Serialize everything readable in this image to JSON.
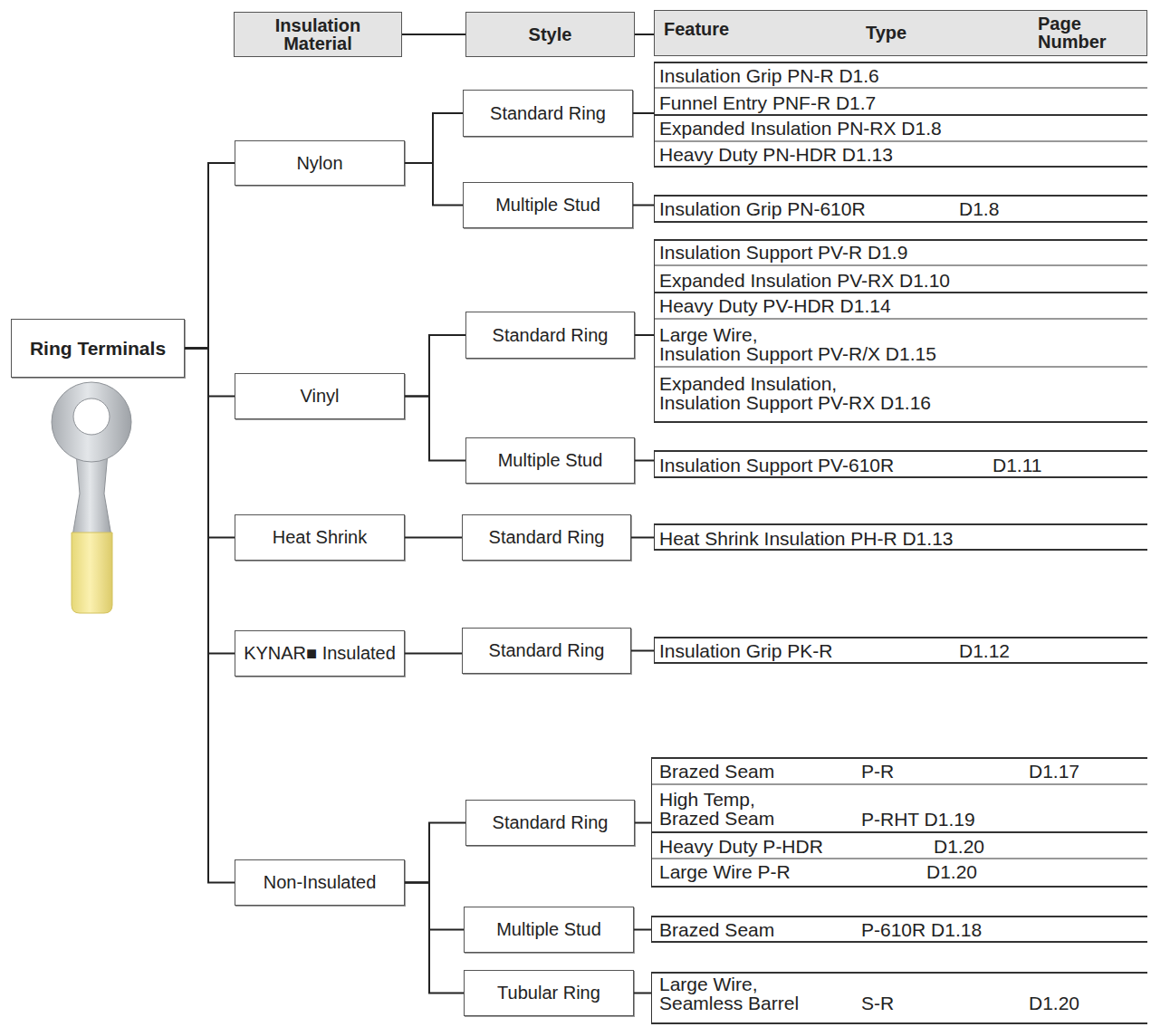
{
  "diagram": {
    "nodes": [
      {
        "text": [
          "Insulation Material"
        ]
      },
      {
        "text": [
          "Style"
        ]
      },
      {
        "text": [
          "Feature",
          "Type",
          "Page Number"
        ]
      },
      {
        "text": [
          "Ring Terminals"
        ]
      },
      {
        "text": [
          "Nylon"
        ]
      },
      {
        "text": [
          "Standard Ring"
        ]
      },
      {
        "text": [
          "Insulation Grip PN-R D1.6",
          "Funnel Entry PNF-R D1.7",
          "Expanded Insulation PN-RX D1.8",
          "Heavy Duty PN-HDR D1.13"
        ]
      },
      {
        "text": [
          "Multiple Stud"
        ]
      },
      {
        "text": [
          "Insulation Grip PN-610R",
          "D1.8"
        ]
      },
      {
        "text": [
          "Vinyl"
        ]
      },
      {
        "text": [
          "Standard Ring"
        ]
      },
      {
        "text": [
          "Insulation Support PV-R D1.9",
          "Expanded Insulation PV-RX D1.10",
          "Heavy Duty PV-HDR D1.14",
          "Large Wire, Insulation Support PV-R/X D1.15",
          "Expanded Insulation, Insulation Support PV-RX D1.16"
        ]
      },
      {
        "text": [
          "Multiple Stud"
        ]
      },
      {
        "text": [
          "Insulation Support PV-610R",
          "D1.11"
        ]
      },
      {
        "text": [
          "Heat Shrink"
        ]
      },
      {
        "text": [
          "Standard Ring"
        ]
      },
      {
        "text": [
          "Heat Shrink Insulation PH-R D1.13"
        ]
      },
      {
        "text": [
          "KYNAR■ Insulated"
        ]
      },
      {
        "text": [
          "Standard Ring"
        ]
      },
      {
        "text": [
          "Insulation Grip PK-R",
          "D1.12"
        ]
      },
      {
        "text": [
          "Non-Insulated"
        ]
      },
      {
        "text": [
          "Standard Ring"
        ]
      },
      {
        "text": [
          "Brazed Seam",
          "P-R",
          "D1.17",
          "High Temp, Brazed Seam",
          "P-RHT D1.19",
          "Heavy Duty P-HDR",
          "D1.20",
          "Large Wire P-R",
          "D1.20"
        ]
      },
      {
        "text": [
          "Multiple Stud"
        ]
      },
      {
        "text": [
          "Brazed Seam",
          "P-610R D1.18"
        ]
      },
      {
        "text": [
          "Tubular Ring"
        ]
      },
      {
        "text": [
          "Large Wire, Seamless Barrel",
          "S-R",
          "D1.20"
        ]
      }
    ],
    "edges": [
      {
        "from": 0,
        "to": 1,
        "arrow": "none"
      },
      {
        "from": 1,
        "to": 2,
        "arrow": "none"
      },
      {
        "from": 3,
        "to": 4,
        "arrow": "none"
      },
      {
        "from": 3,
        "to": 9,
        "arrow": "none"
      },
      {
        "from": 3,
        "to": 14,
        "arrow": "none"
      },
      {
        "from": 3,
        "to": 17,
        "arrow": "none"
      },
      {
        "from": 3,
        "to": 20,
        "arrow": "none"
      },
      {
        "from": 4,
        "to": 5,
        "arrow": "none"
      },
      {
        "from": 5,
        "to": 6,
        "arrow": "none"
      },
      {
        "from": 4,
        "to": 7,
        "arrow": "none"
      },
      {
        "from": 7,
        "to": 8,
        "arrow": "none"
      },
      {
        "from": 9,
        "to": 10,
        "arrow": "none"
      },
      {
        "from": 10,
        "to": 11,
        "arrow": "none"
      },
      {
        "from": 9,
        "to": 12,
        "arrow": "none"
      },
      {
        "from": 12,
        "to": 13,
        "arrow": "none"
      },
      {
        "from": 14,
        "to": 15,
        "arrow": "none"
      },
      {
        "from": 15,
        "to": 16,
        "arrow": "none"
      },
      {
        "from": 17,
        "to": 18,
        "arrow": "none"
      },
      {
        "from": 18,
        "to": 19,
        "arrow": "none"
      },
      {
        "from": 20,
        "to": 21,
        "arrow": "none"
      },
      {
        "from": 21,
        "to": 22,
        "arrow": "none"
      },
      {
        "from": 20,
        "to": 23,
        "arrow": "none"
      },
      {
        "from": 23,
        "to": 24,
        "arrow": "none"
      },
      {
        "from": 20,
        "to": 25,
        "arrow": "none"
      },
      {
        "from": 25,
        "to": 26,
        "arrow": "none"
      }
    ]
  }
}
